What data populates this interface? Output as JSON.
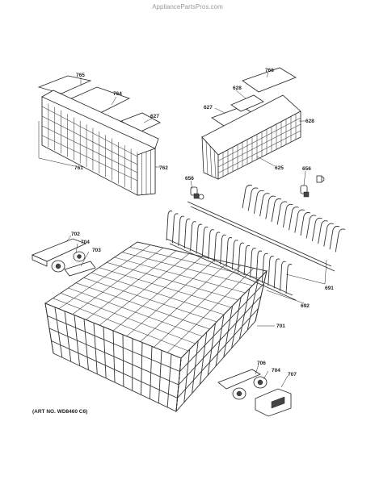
{
  "watermark": "AppliancePartsPros.com",
  "art_number": "(ART NO. WD8460 C6)",
  "callouts": {
    "c765a": "765",
    "c764": "764",
    "c627a": "627",
    "c761": "761",
    "c762": "762",
    "c766": "766",
    "c628a": "628",
    "c627b": "627",
    "c628b": "628",
    "c625": "625",
    "c656a": "656",
    "c656b": "656",
    "c702a": "702",
    "c704a": "704",
    "c703": "703",
    "c691": "691",
    "c692": "692",
    "c701": "701",
    "c706": "706",
    "c704b": "704",
    "c707": "707"
  }
}
